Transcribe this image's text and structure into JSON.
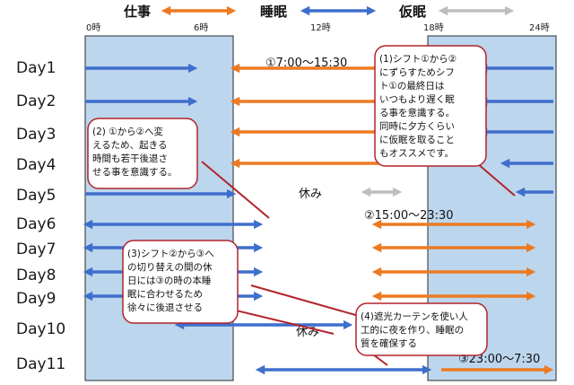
{
  "legend": [
    {
      "label": "仕事",
      "color": "#ec7a22"
    },
    {
      "label": "睡眠",
      "color": "#3f6fcc"
    },
    {
      "label": "仮眠",
      "color": "#bdbdbd"
    }
  ],
  "time_ticks": [
    "0時",
    "6時",
    "12時",
    "18時",
    "24時"
  ],
  "days": [
    "Day1",
    "Day2",
    "Day3",
    "Day4",
    "Day5",
    "Day6",
    "Day7",
    "Day8",
    "Day9",
    "Day10",
    "Day11"
  ],
  "shift_labels": {
    "shift1": "①7:00〜15:30",
    "shift2": "②15:00〜23:30",
    "shift3": "③23:00〜7:30",
    "rest1": "休み",
    "rest2": "休み"
  },
  "callouts": {
    "c1": [
      "(1)シフト①から②",
      "にずらすためシフ",
      "ト①の最終日は",
      "いつもより遅く眠",
      "る事を意識する。",
      "同時に夕方くらい",
      "に仮眠を取ること",
      "もオススメです。"
    ],
    "c2": [
      "(2) ①から②へ変",
      "えるため、起きる",
      "時間も若干後退さ",
      "せる事を意識する。"
    ],
    "c3": [
      "(3)シフト②から③へ",
      "の切り替えの間の休",
      "日には③の時の本睡",
      "眠に合わせるため",
      "徐々に後退させる"
    ],
    "c4": [
      "(4)遮光カーテンを使い人",
      "工的に夜を作り、睡眠の",
      "質を確保する"
    ]
  },
  "colors": {
    "work": "#ec7a22",
    "sleep": "#3f6fcc",
    "nap": "#bdbdbd",
    "night_band": "#bcd6ee",
    "callout_border": "#b2242c"
  }
}
